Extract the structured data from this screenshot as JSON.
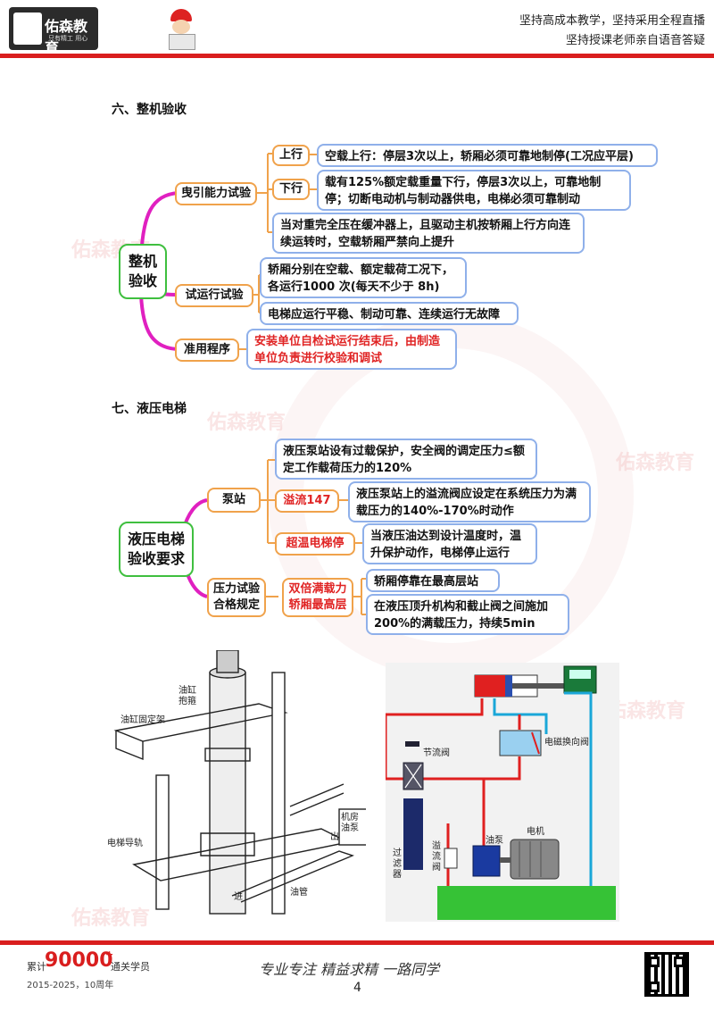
{
  "header": {
    "logo_text": "佑森教育",
    "logo_sub": "只有精工 用心",
    "slogan_line1": "坚持高成本教学，坚持采用全程直播",
    "slogan_line2": "坚持授课老师亲自语音答疑"
  },
  "section6": {
    "title": "六、整机验收",
    "root": "整机\n验收",
    "traction": {
      "label": "曳引能力试验",
      "up_tag": "上行",
      "up_text": "空载上行：停层3次以上，轿厢必须可靠地制停(工况应平层)",
      "down_tag": "下行",
      "down_text": "载有125%额定载重量下行，停层3次以上，可靠地制停；切断电动机与制动器供电，电梯必须可靠制动",
      "buffer_text": "当对重完全压在缓冲器上，且驱动主机按轿厢上行方向连续运转时，空载轿厢严禁向上提升"
    },
    "trial": {
      "label": "试运行试验",
      "text1": "轿厢分别在空载、额定载荷工况下，各运行1000 次(每天不少于 8h)",
      "text2": "电梯应运行平稳、制动可靠、连续运行无故障"
    },
    "procedure": {
      "label": "准用程序",
      "text": "安装单位自检试运行结束后，由制造单位负责进行校验和调试"
    }
  },
  "section7": {
    "title": "七、液压电梯",
    "root": "液压电梯\n验收要求",
    "pump": {
      "label": "泵站",
      "text1": "液压泵站设有过载保护，安全阀的调定压力≤额定工作载荷压力的120%",
      "overflow_tag": "溢流147",
      "overflow_text": "液压泵站上的溢流阀应设定在系统压力为满载压力的140%-170%时动作",
      "overtemp_tag": "超温电梯停",
      "overtemp_text": "当液压油达到设计温度时，温升保护动作，电梯停止运行"
    },
    "pressure": {
      "label": "压力试验\n合格规定",
      "tag": "双倍满载力\n轿厢最高层",
      "text1": "轿厢停靠在最高层站",
      "text2": "在液压顶升机构和截止阀之间施加200%的满载压力，持续5min"
    }
  },
  "figure_left": {
    "cyl_holder": "油缸\n抱箍",
    "cyl_frame": "油缸固定架",
    "guide_rail": "电梯导轨",
    "machine_room_pump": "机房\n油泵",
    "out": "出",
    "in": "进",
    "oil_pipe": "油管"
  },
  "figure_right": {
    "throttle": "节流阀",
    "solenoid": "电磁换向阀",
    "filter": "过\n滤\n器",
    "overflow_valve": "溢\n流\n阀",
    "oil_pump": "油泵",
    "motor": "电机"
  },
  "footer": {
    "count_prefix": "累计",
    "count": "90000",
    "count_plus": "+",
    "count_suffix": "通关学员",
    "years": "2015-2025，10周年",
    "motto": "专业专注  精益求精  一路同学",
    "page": "4"
  },
  "watermark": "佑森教育"
}
